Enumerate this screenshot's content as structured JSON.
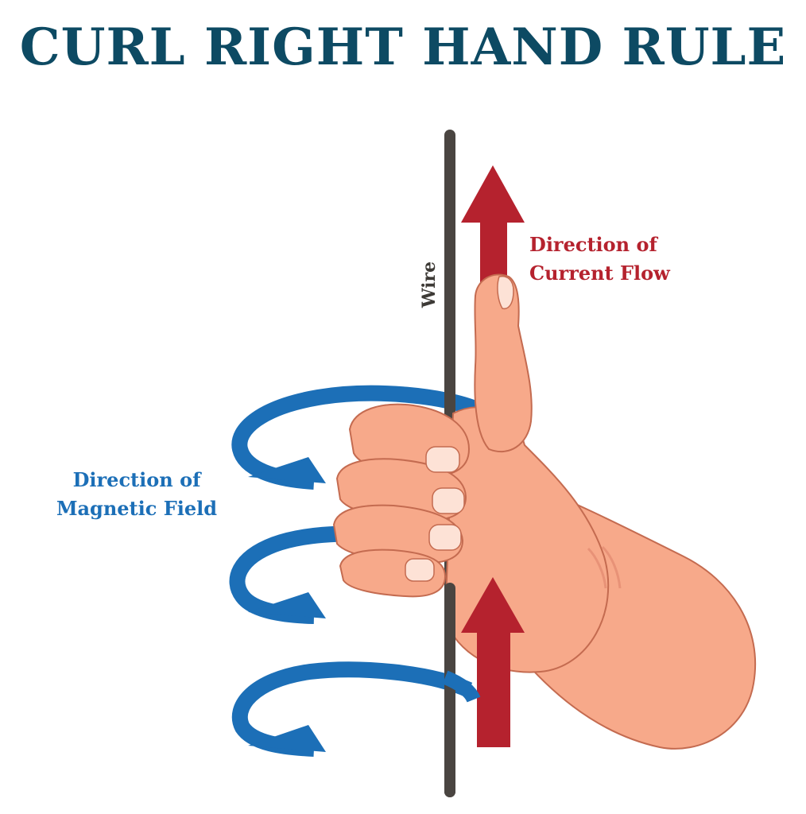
{
  "title": "CURL RIGHT HAND RULE",
  "labels": {
    "wire": "Wire",
    "current_line1": "Direction of",
    "current_line2": "Current Flow",
    "magnetic_line1": "Direction of",
    "magnetic_line2": "Magnetic Field"
  },
  "colors": {
    "title": "#0d4a63",
    "current": "#b5222e",
    "magnetic": "#1c6fb7",
    "wire": "#4a4541",
    "skin": "#f7a98a"
  }
}
